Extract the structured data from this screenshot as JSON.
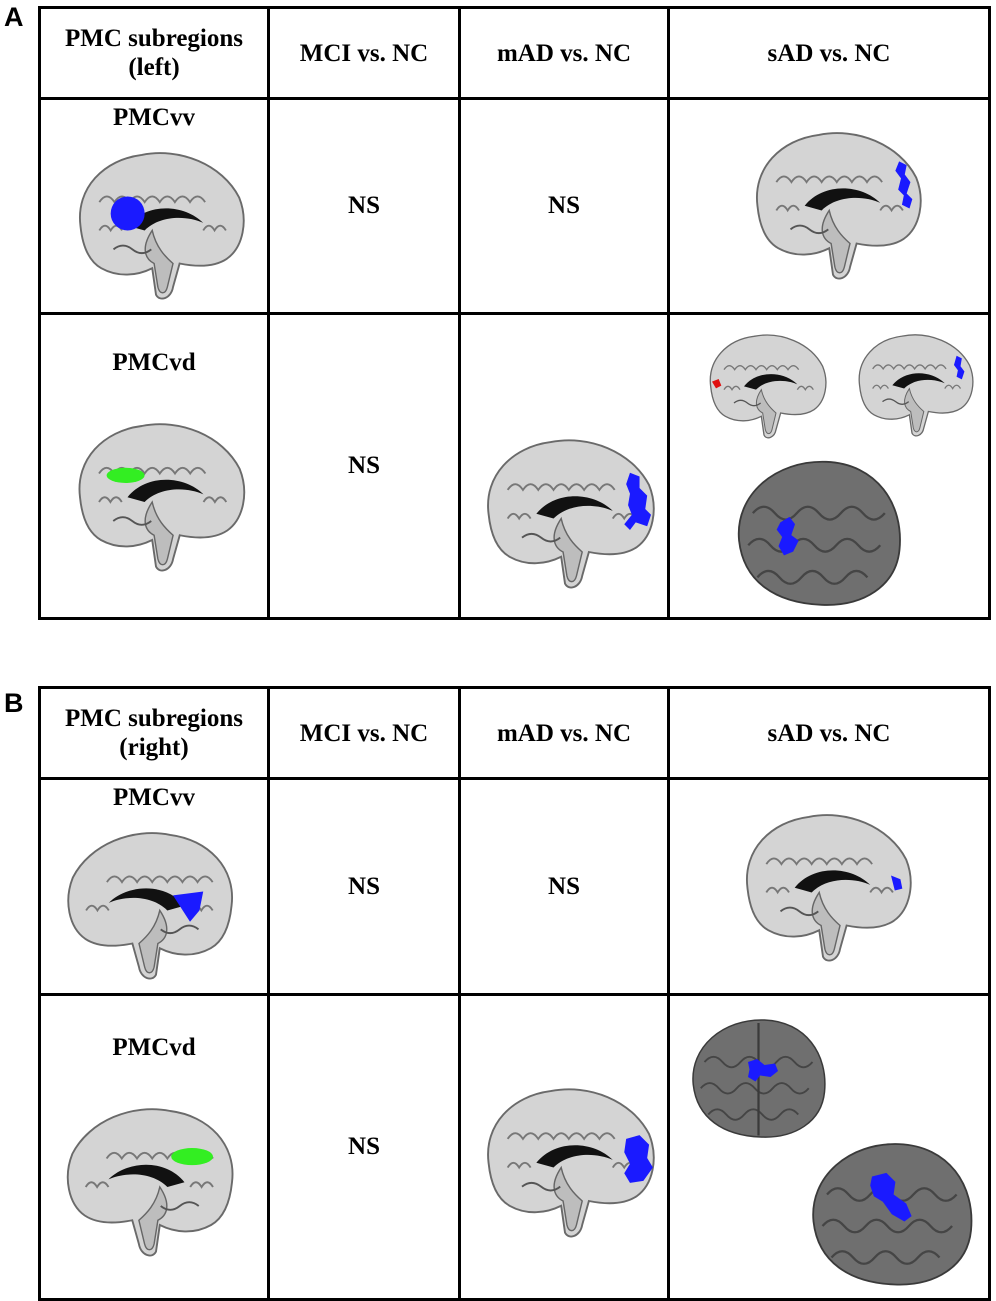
{
  "panels": [
    {
      "letter": "A",
      "header": {
        "col1_line1": "PMC subregions",
        "col1_line2": "(left)",
        "col2": "MCI vs. NC",
        "col3": "mAD vs. NC",
        "col4": "sAD vs. NC"
      },
      "rows": [
        {
          "label": "PMCvv",
          "mci": "NS",
          "mad": "NS",
          "roi_color": "#1a1aff"
        },
        {
          "label": "PMCvd",
          "mci": "NS",
          "roi_color": "#33ee22"
        }
      ]
    },
    {
      "letter": "B",
      "header": {
        "col1_line1": "PMC subregions",
        "col1_line2": "(right)",
        "col2": "MCI vs. NC",
        "col3": "mAD vs. NC",
        "col4": "sAD vs. NC"
      },
      "rows": [
        {
          "label": "PMCvv",
          "mci": "NS",
          "mad": "NS",
          "roi_color": "#1a1aff"
        },
        {
          "label": "PMCvd",
          "mci": "NS",
          "roi_color": "#33ee22"
        }
      ]
    }
  ],
  "colors": {
    "decrease": "#1a1aff",
    "increase": "#e01010",
    "roi_green": "#33ee22",
    "cortex": "#cfcfcf",
    "ventricle": "#000000"
  }
}
